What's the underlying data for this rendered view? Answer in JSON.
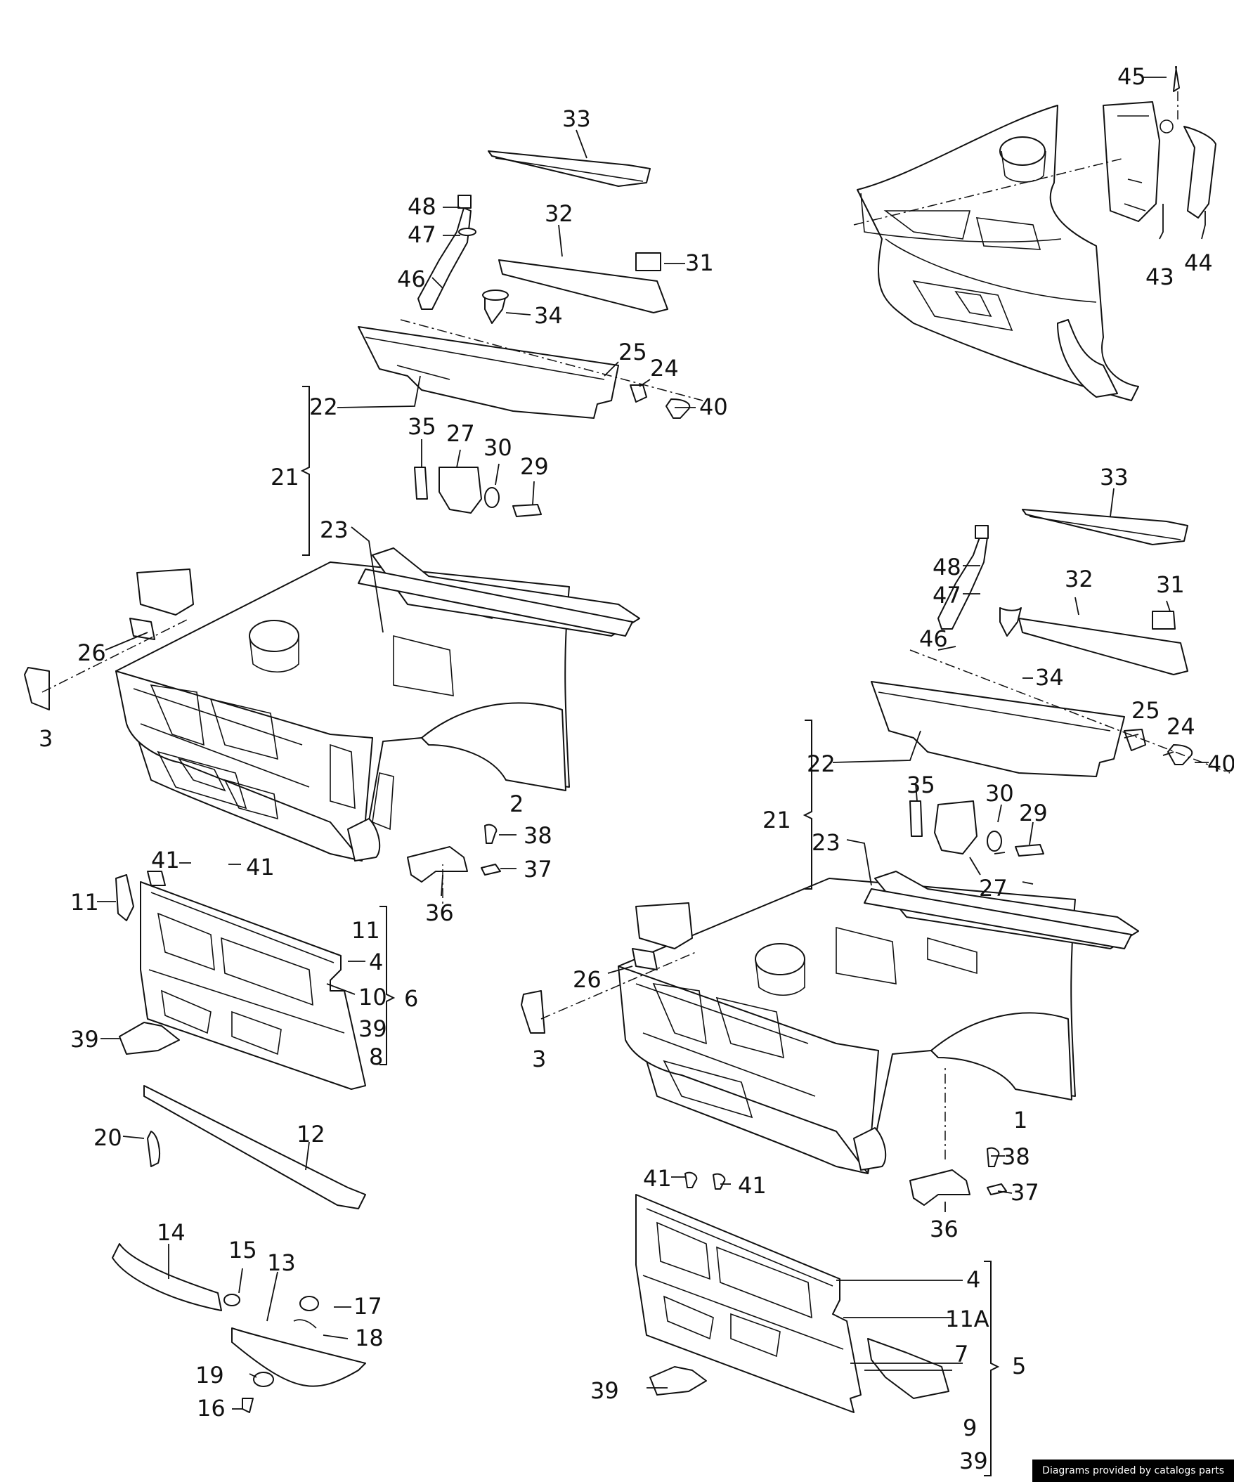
{
  "footer": {
    "credit": "Diagrams provided by catalogs parts"
  },
  "labels": {
    "t45": "45",
    "t33a": "33",
    "t48a": "48",
    "t47a": "47",
    "t32a": "32",
    "t31a": "31",
    "t46a": "46",
    "t34a": "34",
    "t25a": "25",
    "t24a": "24",
    "t40a": "40",
    "t22a": "22",
    "t35a": "35",
    "t27a": "27",
    "t30a": "30",
    "t29a": "29",
    "t21a": "21",
    "t23a": "23",
    "t26a": "26",
    "t3a": "3",
    "t2": "2",
    "t38a": "38",
    "t37a": "37",
    "t36a": "36",
    "t41a1": "41",
    "t41a2": "41",
    "t11a": "11",
    "t11b": "11",
    "t4a": "4",
    "t10": "10",
    "t6": "6",
    "t39a": "39",
    "t39b": "39",
    "t8": "8",
    "t20": "20",
    "t12": "12",
    "t14": "14",
    "t15": "15",
    "t13": "13",
    "t17": "17",
    "t18": "18",
    "t19": "19",
    "t16": "16",
    "t43": "43",
    "t44": "44",
    "t33b": "33",
    "t48b": "48",
    "t47b": "47",
    "t32b": "32",
    "t31b": "31",
    "t46b": "46",
    "t34b": "34",
    "t25b": "25",
    "t24b": "24",
    "t40b": "40",
    "t22b": "22",
    "t35b": "35",
    "t30b": "30",
    "t29b": "29",
    "t21b": "21",
    "t23b": "23",
    "t27b": "27",
    "t26b": "26",
    "t3b": "3",
    "t1": "1",
    "t38b": "38",
    "t37b": "37",
    "t36b": "36",
    "t41b1": "41",
    "t41b2": "41",
    "t4b": "4",
    "t11A": "11A",
    "t7": "7",
    "t5": "5",
    "t39c": "39",
    "t9": "9",
    "t39d": "39"
  }
}
